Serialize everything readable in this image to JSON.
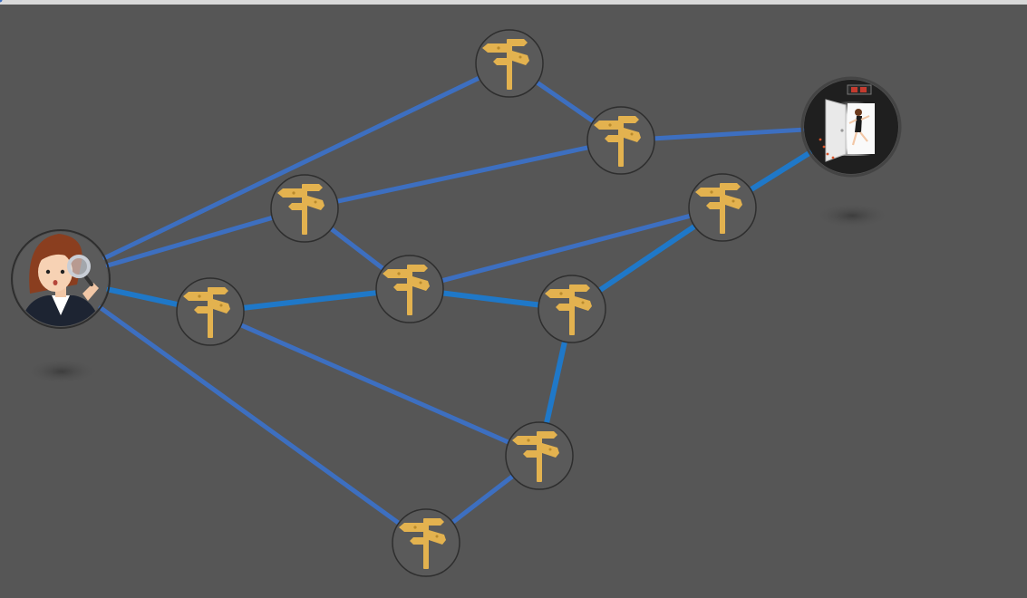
{
  "colors": {
    "background": "#565656",
    "edge": "#3d6fc0",
    "edge_highlight": "#1f78c8",
    "node_fill": "#5a5a5a",
    "node_border": "#2e2e2e",
    "signpost": "#e3b24f",
    "signpost_dark": "#b98a2c"
  },
  "nodes": [
    {
      "id": "start",
      "icon": "detective-woman-magnifier-icon",
      "kind": "start"
    },
    {
      "id": "n1",
      "icon": "signpost-icon",
      "kind": "junction"
    },
    {
      "id": "n2",
      "icon": "signpost-icon",
      "kind": "junction"
    },
    {
      "id": "n3",
      "icon": "signpost-icon",
      "kind": "junction"
    },
    {
      "id": "n4",
      "icon": "signpost-icon",
      "kind": "junction"
    },
    {
      "id": "n5",
      "icon": "signpost-icon",
      "kind": "junction"
    },
    {
      "id": "n6",
      "icon": "signpost-icon",
      "kind": "junction"
    },
    {
      "id": "n7",
      "icon": "signpost-icon",
      "kind": "junction"
    },
    {
      "id": "n8",
      "icon": "signpost-icon",
      "kind": "junction"
    },
    {
      "id": "n9",
      "icon": "signpost-icon",
      "kind": "junction"
    },
    {
      "id": "n10",
      "icon": "signpost-icon",
      "kind": "junction"
    },
    {
      "id": "exit",
      "icon": "exit-door-running-woman-icon",
      "kind": "goal"
    }
  ],
  "edges": [
    {
      "from": "start",
      "to": "n1"
    },
    {
      "from": "start",
      "to": "n3"
    },
    {
      "from": "start",
      "to": "n5"
    },
    {
      "from": "start",
      "to": "n10"
    },
    {
      "from": "n1",
      "to": "n2"
    },
    {
      "from": "n2",
      "to": "n3"
    },
    {
      "from": "n2",
      "to": "exit"
    },
    {
      "from": "n3",
      "to": "n6"
    },
    {
      "from": "n5",
      "to": "n6"
    },
    {
      "from": "n5",
      "to": "n9"
    },
    {
      "from": "n6",
      "to": "n4"
    },
    {
      "from": "n6",
      "to": "n7"
    },
    {
      "from": "n7",
      "to": "n8"
    },
    {
      "from": "n7",
      "to": "n9"
    },
    {
      "from": "n8",
      "to": "n4"
    },
    {
      "from": "n4",
      "to": "exit"
    },
    {
      "from": "n9",
      "to": "n10"
    }
  ]
}
